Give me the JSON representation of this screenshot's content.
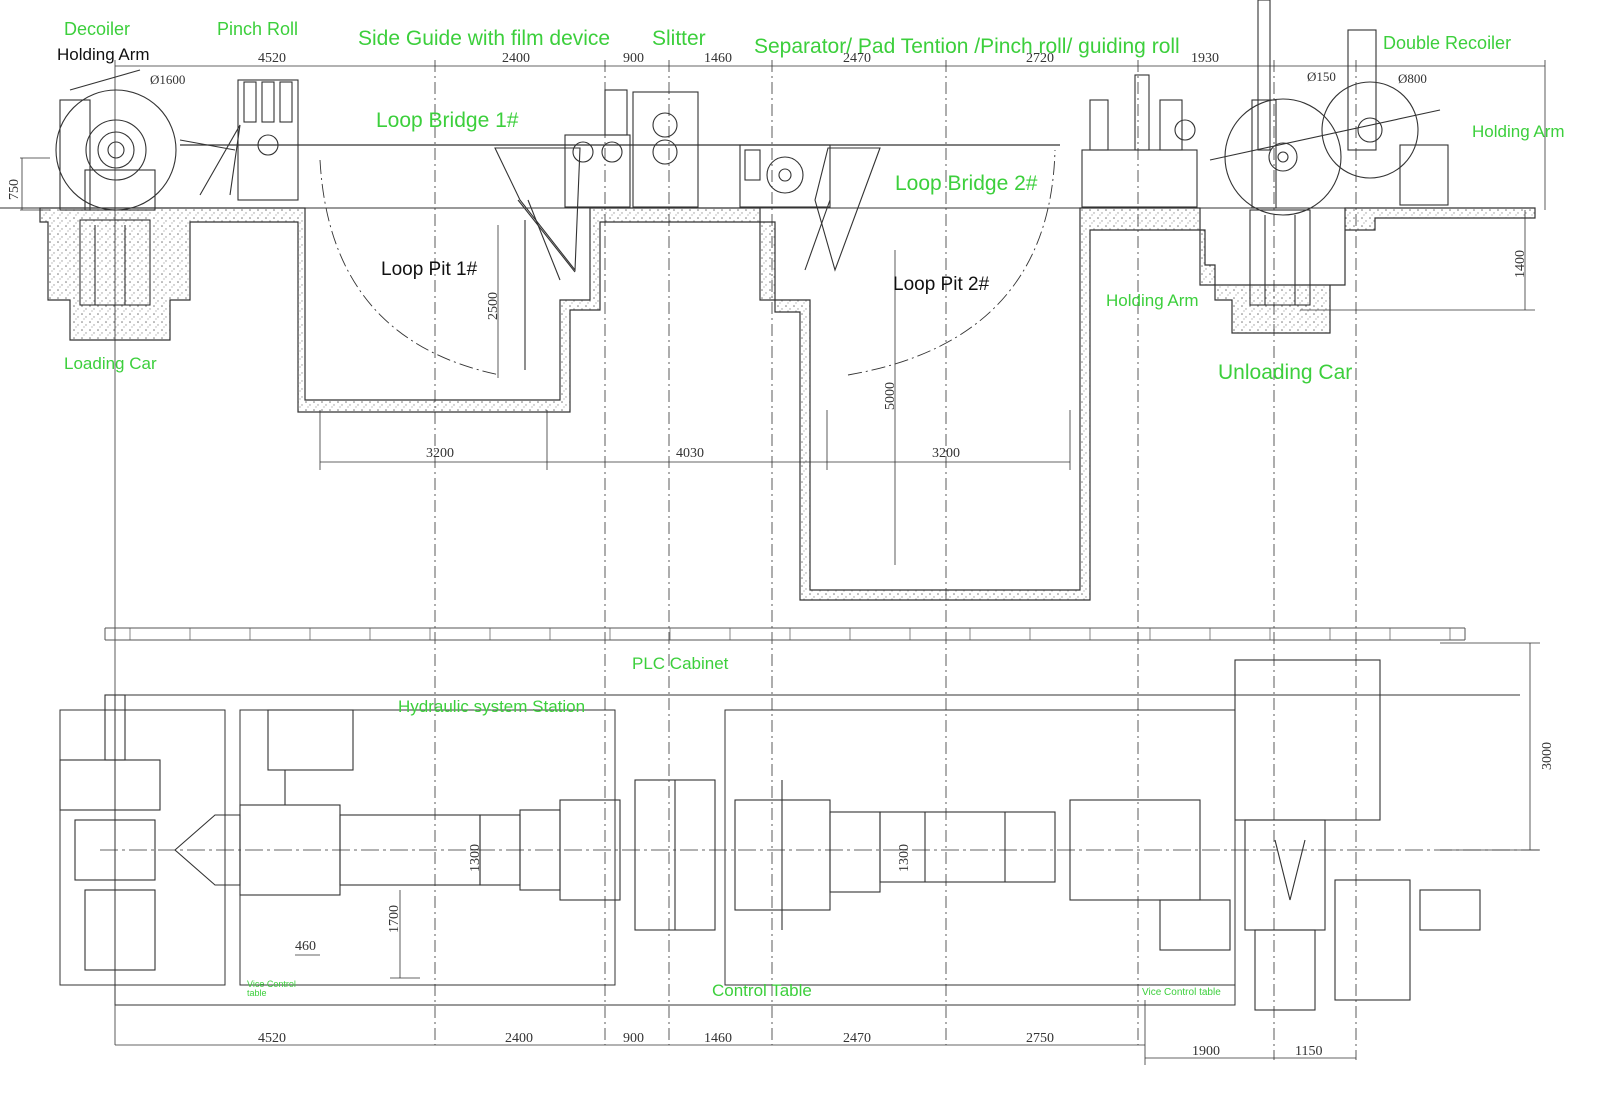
{
  "labels": {
    "decoiler": "Decoiler",
    "holding_arm_left": "Holding  Arm",
    "pinch_roll": "Pinch Roll",
    "side_guide": "Side Guide with film device",
    "slitter": "Slitter",
    "separator": "Separator/ Pad Tention /Pinch roll/ guiding roll",
    "double_recoiler": "Double Recoiler",
    "holding_arm_right": "Holding  Arm",
    "loop_bridge_1": "Loop Bridge 1#",
    "loop_bridge_2": "Loop Bridge 2#",
    "loop_pit_1": "Loop Pit 1#",
    "loop_pit_2": "Loop Pit 2#",
    "holding_arm_mid": "Holding  Arm",
    "loading_car": "Loading Car",
    "unloading_car": "Unloading  Car",
    "plc_cabinet": "PLC Cabinet",
    "hydraulic_station": "Hydraulic system Station",
    "vice_control_table_left": "Vice Control table",
    "control_table": "Control Table",
    "vice_control_table_right": "Vice Control table"
  },
  "dimensions": {
    "top_row": [
      "4520",
      "2400",
      "900",
      "1460",
      "2470",
      "2720",
      "1930"
    ],
    "pit_row": [
      "3200",
      "4030",
      "3200"
    ],
    "bottom_row": [
      "4520",
      "2400",
      "900",
      "1460",
      "2470",
      "2750",
      "1900",
      "1150"
    ],
    "diam_1600": "Ø1600",
    "diam_150": "Ø150",
    "diam_800": "Ø800",
    "h_750": "750",
    "h_1400": "1400",
    "h_2500": "2500",
    "h_5000": "5000",
    "h_3000": "3000",
    "w_1300_a": "1300",
    "w_1300_b": "1300",
    "w_1700": "1700",
    "w_460": "460"
  },
  "colors": {
    "label_green": "#3ccf3c",
    "line": "#333333",
    "concrete": "#8a8a8a"
  }
}
